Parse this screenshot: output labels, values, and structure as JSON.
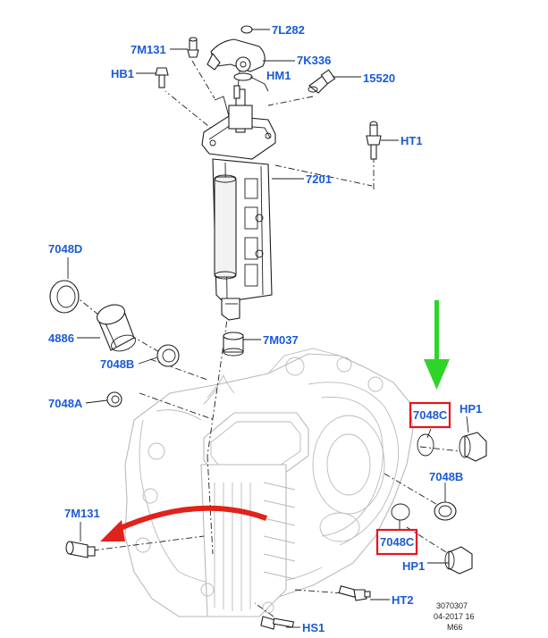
{
  "diagram": {
    "labels": {
      "7L282": "7L282",
      "7M131_top": "7M131",
      "7K336": "7K336",
      "HB1": "HB1",
      "HM1": "HM1",
      "15520": "15520",
      "HT1": "HT1",
      "7201": "7201",
      "7048D": "7048D",
      "4886": "4886",
      "7M037": "7M037",
      "7048B_left": "7048B",
      "7048A": "7048A",
      "7048C_top": "7048C",
      "HP1_top": "HP1",
      "7048B_right": "7048B",
      "7048C_bottom": "7048C",
      "HP1_bottom": "HP1",
      "7M131_bottom": "7M131",
      "HT2": "HT2",
      "HS1": "HS1"
    },
    "reference": {
      "line1": "3070307",
      "line2": "04-2017 16",
      "line3": "M66"
    },
    "highlight_color": "#e8141c",
    "label_color": "#1a5bd6",
    "green_arrow_color": "#2fd42a",
    "red_arrow_color": "#e0231a"
  }
}
